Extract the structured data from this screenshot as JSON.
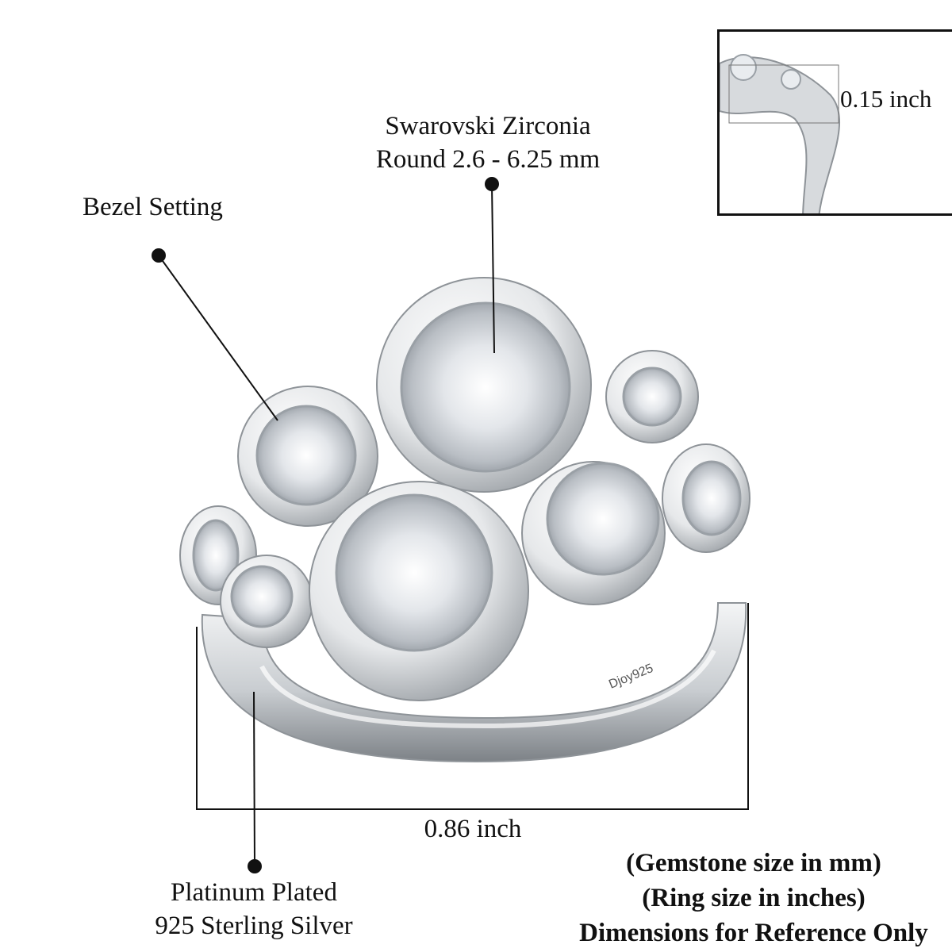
{
  "callouts": {
    "stone_line1": "Swarovski Zirconia",
    "stone_line2": "Round 2.6 - 6.25 mm",
    "setting": "Bezel Setting",
    "metal_line1": "Platinum Plated",
    "metal_line2": "925 Sterling Silver",
    "width": "0.86 inch",
    "height": "0.15 inch",
    "engraving": "Djoy925"
  },
  "notes": {
    "line1": "(Gemstone size in mm)",
    "line2": "(Ring size in inches)",
    "line3": "Dimensions for Reference Only"
  },
  "colors": {
    "background": "#ffffff",
    "text": "#111111",
    "metal": "#e4e6e8",
    "metal_shadow": "#a8acb0",
    "stone": "#dfe3e7"
  }
}
